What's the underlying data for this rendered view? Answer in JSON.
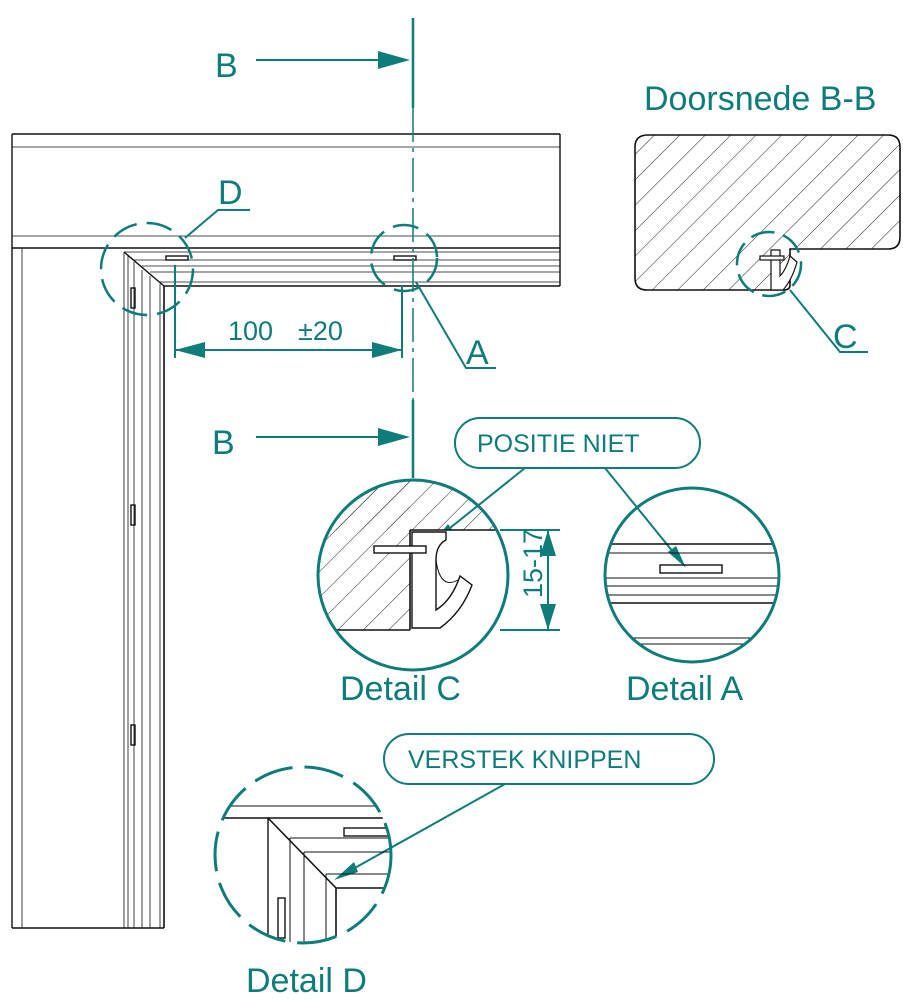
{
  "colors": {
    "accent": "#0e7c7b",
    "line": "#111111",
    "hatch": "#222222"
  },
  "section": {
    "marker_top": "B",
    "marker_bottom": "B",
    "title": "Doorsnede B-B"
  },
  "callouts": {
    "a": "A",
    "c": "C",
    "d": "D"
  },
  "dimensions": {
    "spacing_value": "100",
    "spacing_tolerance": "±20",
    "lip_height": "15-17"
  },
  "notes": {
    "staple_position": "POSITIE NIET",
    "miter_cut": "VERSTEK KNIPPEN"
  },
  "details": {
    "c_title": "Detail C",
    "a_title": "Detail A",
    "d_title": "Detail D"
  }
}
